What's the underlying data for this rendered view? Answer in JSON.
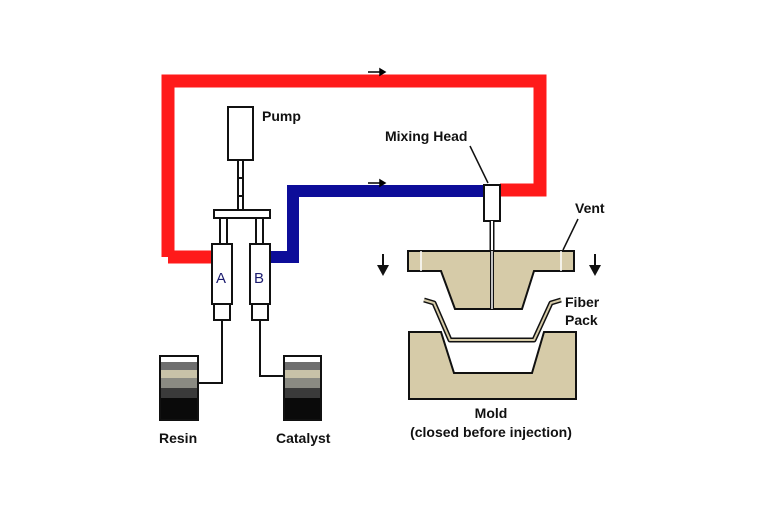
{
  "labels": {
    "pump": "Pump",
    "mixing_head": "Mixing Head",
    "vent": "Vent",
    "fiber_pack_line1": "Fiber",
    "fiber_pack_line2": "Pack",
    "mold_line1": "Mold",
    "mold_line2": "(closed before injection)",
    "resin": "Resin",
    "catalyst": "Catalyst",
    "cylinder_a": "A",
    "cylinder_b": "B"
  },
  "colors": {
    "resin_line": "#ff1a1a",
    "catalyst_line": "#0d0d99",
    "mold": "#d6cba8",
    "outline": "#111111"
  },
  "icons": [
    "flow-arrow-icon",
    "down-arrow-icon"
  ]
}
